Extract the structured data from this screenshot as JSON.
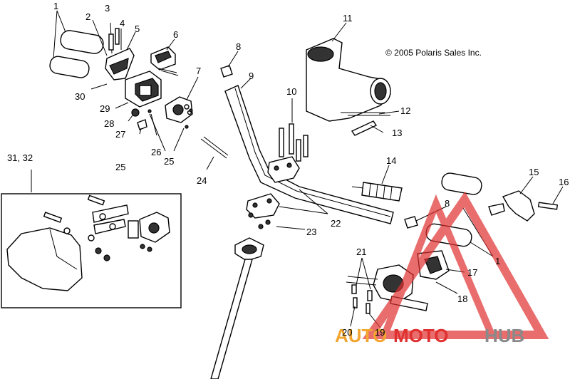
{
  "copyright": "© 2005 Polaris Sales Inc.",
  "inset_label": "31, 32",
  "watermark": {
    "auto": "AUTO",
    "moto": "MOTO",
    "hub": "HUB",
    "color_red": "#e03030",
    "color_orange": "#f2a531",
    "color_gray": "#8a8a8a"
  },
  "callouts": [
    {
      "id": "c1a",
      "text": "1"
    },
    {
      "id": "c2",
      "text": "2"
    },
    {
      "id": "c3",
      "text": "3"
    },
    {
      "id": "c4",
      "text": "4"
    },
    {
      "id": "c5",
      "text": "5"
    },
    {
      "id": "c6",
      "text": "6"
    },
    {
      "id": "c7",
      "text": "7"
    },
    {
      "id": "c8a",
      "text": "8"
    },
    {
      "id": "c9",
      "text": "9"
    },
    {
      "id": "c10",
      "text": "10"
    },
    {
      "id": "c11",
      "text": "11"
    },
    {
      "id": "c12",
      "text": "12"
    },
    {
      "id": "c13",
      "text": "13"
    },
    {
      "id": "c14",
      "text": "14"
    },
    {
      "id": "c15",
      "text": "15"
    },
    {
      "id": "c16",
      "text": "16"
    },
    {
      "id": "c17",
      "text": "17"
    },
    {
      "id": "c18",
      "text": "18"
    },
    {
      "id": "c19",
      "text": "19"
    },
    {
      "id": "c20",
      "text": "20"
    },
    {
      "id": "c21",
      "text": "21"
    },
    {
      "id": "c22",
      "text": "22"
    },
    {
      "id": "c23",
      "text": "23"
    },
    {
      "id": "c24",
      "text": "24"
    },
    {
      "id": "c25a",
      "text": "25"
    },
    {
      "id": "c25b",
      "text": "25"
    },
    {
      "id": "c26",
      "text": "26"
    },
    {
      "id": "c27",
      "text": "27"
    },
    {
      "id": "c28",
      "text": "28"
    },
    {
      "id": "c29",
      "text": "29"
    },
    {
      "id": "c30",
      "text": "30"
    },
    {
      "id": "c8b",
      "text": "8"
    },
    {
      "id": "c1b",
      "text": "1"
    }
  ]
}
